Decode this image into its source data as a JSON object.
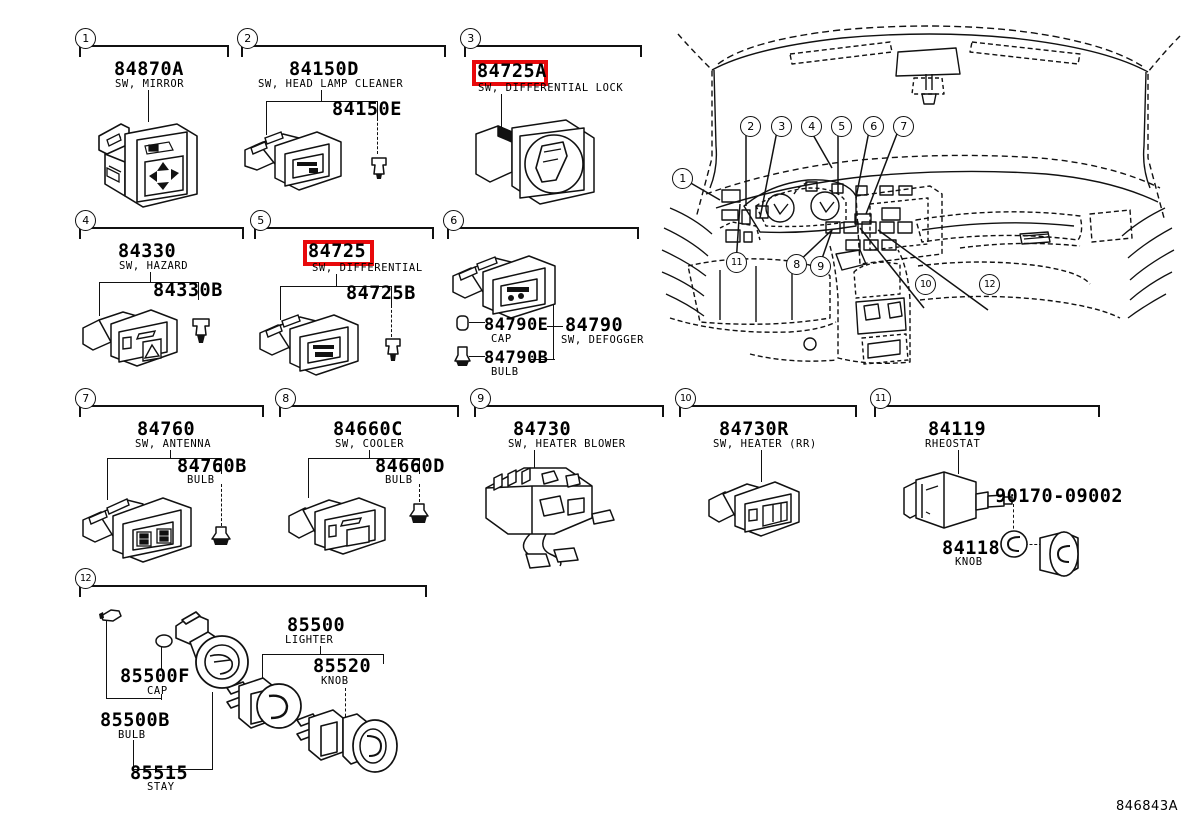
{
  "sheet": {
    "reference_code": "846843A",
    "highlight_color": "#e8090b"
  },
  "panels": [
    {
      "callout": "1",
      "parts": [
        {
          "number": "84870A",
          "desc": "SW, MIRROR",
          "highlight": false
        }
      ]
    },
    {
      "callout": "2",
      "parts": [
        {
          "number": "84150D",
          "desc": "SW, HEAD LAMP CLEANER",
          "highlight": false
        },
        {
          "number": "84150E",
          "desc": "",
          "highlight": false
        }
      ]
    },
    {
      "callout": "3",
      "parts": [
        {
          "number": "84725A",
          "desc": "SW, DIFFERENTIAL LOCK",
          "highlight": true
        }
      ]
    },
    {
      "callout": "4",
      "parts": [
        {
          "number": "84330",
          "desc": "SW, HAZARD",
          "highlight": false
        },
        {
          "number": "84330B",
          "desc": "",
          "highlight": false
        }
      ]
    },
    {
      "callout": "5",
      "parts": [
        {
          "number": "84725",
          "desc": "SW, DIFFERENTIAL",
          "highlight": true
        },
        {
          "number": "84725B",
          "desc": "",
          "highlight": false
        }
      ]
    },
    {
      "callout": "6",
      "parts": [
        {
          "number": "84790E",
          "desc": "CAP",
          "highlight": false
        },
        {
          "number": "84790B",
          "desc": "BULB",
          "highlight": false
        },
        {
          "number": "84790",
          "desc": "SW, DEFOGGER",
          "highlight": false
        }
      ]
    },
    {
      "callout": "7",
      "parts": [
        {
          "number": "84760",
          "desc": "SW, ANTENNA",
          "highlight": false
        },
        {
          "number": "84760B",
          "desc": "BULB",
          "highlight": false
        }
      ]
    },
    {
      "callout": "8",
      "parts": [
        {
          "number": "84660C",
          "desc": "SW, COOLER",
          "highlight": false
        },
        {
          "number": "84660D",
          "desc": "BULB",
          "highlight": false
        }
      ]
    },
    {
      "callout": "9",
      "parts": [
        {
          "number": "84730",
          "desc": "SW, HEATER BLOWER",
          "highlight": false
        }
      ]
    },
    {
      "callout": "10",
      "parts": [
        {
          "number": "84730R",
          "desc": "SW, HEATER (RR)",
          "highlight": false
        }
      ]
    },
    {
      "callout": "11",
      "parts": [
        {
          "number": "84119",
          "desc": "RHEOSTAT",
          "highlight": false
        },
        {
          "number": "90170-09002",
          "desc": "",
          "highlight": false
        },
        {
          "number": "84118",
          "desc": "KNOB",
          "highlight": false
        }
      ]
    },
    {
      "callout": "12",
      "parts": [
        {
          "number": "85500F",
          "desc": "CAP",
          "highlight": false
        },
        {
          "number": "85500B",
          "desc": "BULB",
          "highlight": false
        },
        {
          "number": "85515",
          "desc": "STAY",
          "highlight": false
        },
        {
          "number": "85500",
          "desc": "LIGHTER",
          "highlight": false
        },
        {
          "number": "85520",
          "desc": "KNOB",
          "highlight": false
        }
      ]
    }
  ],
  "dashboard": {
    "callouts": [
      "1",
      "2",
      "3",
      "4",
      "5",
      "6",
      "7",
      "8",
      "9",
      "10",
      "11",
      "12"
    ]
  },
  "labels": {
    "p1_num": "84870A",
    "p1_desc": "SW, MIRROR",
    "p2_num": "84150D",
    "p2_desc": "SW, HEAD LAMP CLEANER",
    "p2_num2": "84150E",
    "p3_num": "84725A",
    "p3_desc": "SW, DIFFERENTIAL LOCK",
    "p4_num": "84330",
    "p4_desc": "SW, HAZARD",
    "p4_num2": "84330B",
    "p5_num": "84725",
    "p5_desc": "SW, DIFFERENTIAL",
    "p5_num2": "84725B",
    "p6_numE": "84790E",
    "p6_descE": "CAP",
    "p6_numB": "84790B",
    "p6_descB": "BULB",
    "p6_num": "84790",
    "p6_desc": "SW, DEFOGGER",
    "p7_num": "84760",
    "p7_desc": "SW, ANTENNA",
    "p7_num2": "84760B",
    "p7_desc2": "BULB",
    "p8_num": "84660C",
    "p8_desc": "SW, COOLER",
    "p8_num2": "84660D",
    "p8_desc2": "BULB",
    "p9_num": "84730",
    "p9_desc": "SW, HEATER BLOWER",
    "p10_num": "84730R",
    "p10_desc": "SW, HEATER (RR)",
    "p11_num": "84119",
    "p11_desc": "RHEOSTAT",
    "p11_num2": "90170-09002",
    "p11_num3": "84118",
    "p11_desc3": "KNOB",
    "p12_numF": "85500F",
    "p12_descF": "CAP",
    "p12_numB": "85500B",
    "p12_descB": "BULB",
    "p12_numS": "85515",
    "p12_descS": "STAY",
    "p12_numL": "85500",
    "p12_descL": "LIGHTER",
    "p12_numK": "85520",
    "p12_descK": "KNOB",
    "c1": "1",
    "c2": "2",
    "c3": "3",
    "c4": "4",
    "c5": "5",
    "c6": "6",
    "c7": "7",
    "c8": "8",
    "c9": "9",
    "c10": "10",
    "c11": "11",
    "c12": "12",
    "d1": "1",
    "d2": "2",
    "d3": "3",
    "d4": "4",
    "d5": "5",
    "d6": "6",
    "d7": "7",
    "d8": "8",
    "d9": "9",
    "d10": "10",
    "d11": "11",
    "d12": "12",
    "refcode": "846843A"
  }
}
